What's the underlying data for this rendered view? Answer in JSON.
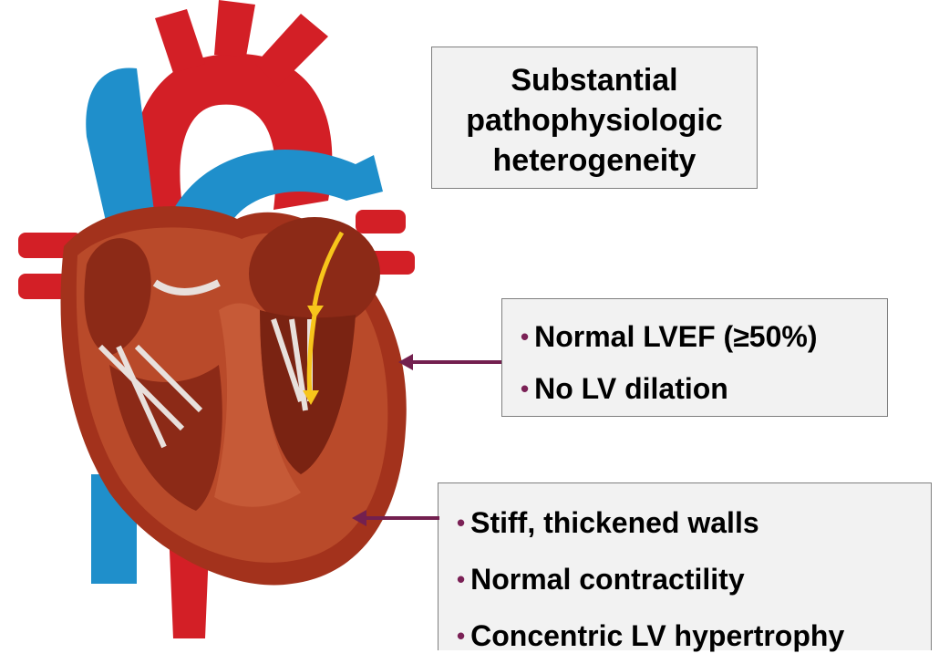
{
  "colors": {
    "arrow": "#73204f",
    "bullet": "#7b2156",
    "box_fill": "#f2f2f2",
    "box_border": "#7f7f7f",
    "heart_red": "#d31f26",
    "heart_blue": "#1f8fcb",
    "muscle": "#b94a2a",
    "flow_arrow": "#f7c51b"
  },
  "title_box": {
    "lines": [
      "Substantial",
      "pathophysiologic",
      "heterogeneity"
    ]
  },
  "lvef_box": {
    "bullets": [
      "Normal LVEF (≥50%)",
      "No LV dilation"
    ]
  },
  "walls_box": {
    "bullets": [
      "Stiff, thickened walls",
      "Normal contractility",
      "Concentric LV hypertrophy"
    ]
  },
  "icons": {
    "bullet": "bullet-dot-icon",
    "heart": "heart-anatomy-illustration"
  }
}
